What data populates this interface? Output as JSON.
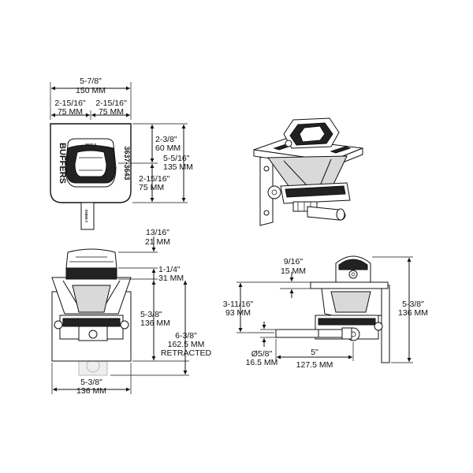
{
  "top_view": {
    "overall_width": {
      "imperial": "5-7/8\"",
      "metric": "150 MM"
    },
    "half_left": {
      "imperial": "2-15/16\"",
      "metric": "75 MM"
    },
    "half_right": {
      "imperial": "2-15/16\"",
      "metric": "75 MM"
    },
    "upper_height": {
      "imperial": "2-3/8\"",
      "metric": "60 MM"
    },
    "overall_height": {
      "imperial": "5-5/16\"",
      "metric": "135 MM"
    },
    "lower_height": {
      "imperial": "2-15/16\"",
      "metric": "75 MM"
    },
    "stamp_label": "BUFFERS",
    "part_label": "3637-3643",
    "handle_label": "3637-3",
    "stem_label": "1-65834"
  },
  "front_view": {
    "cap_height": {
      "imperial": "13/16\"",
      "metric": "21 MM"
    },
    "collar_height": {
      "imperial": "1-1/4\"",
      "metric": "31 MM"
    },
    "body_height": {
      "imperial": "5-3/8\"",
      "metric": "136 MM"
    },
    "retracted_height": {
      "imperial": "6-3/8\"",
      "metric": "162.5 MM",
      "note": "RETRACTED"
    },
    "base_width": {
      "imperial": "5-3/8\"",
      "metric": "136 MM"
    }
  },
  "side_view": {
    "flange": {
      "imperial": "9/16\"",
      "metric": "15 MM"
    },
    "pin_height": {
      "imperial": "3-11/16\"",
      "metric": "93 MM"
    },
    "pin_diameter": {
      "imperial": "Ø5/8\"",
      "metric": "16.5 MM"
    },
    "pin_length": {
      "imperial": "5\"",
      "metric": "127.5 MM"
    },
    "overall_height": {
      "imperial": "5-3/8\"",
      "metric": "136 MM"
    }
  }
}
